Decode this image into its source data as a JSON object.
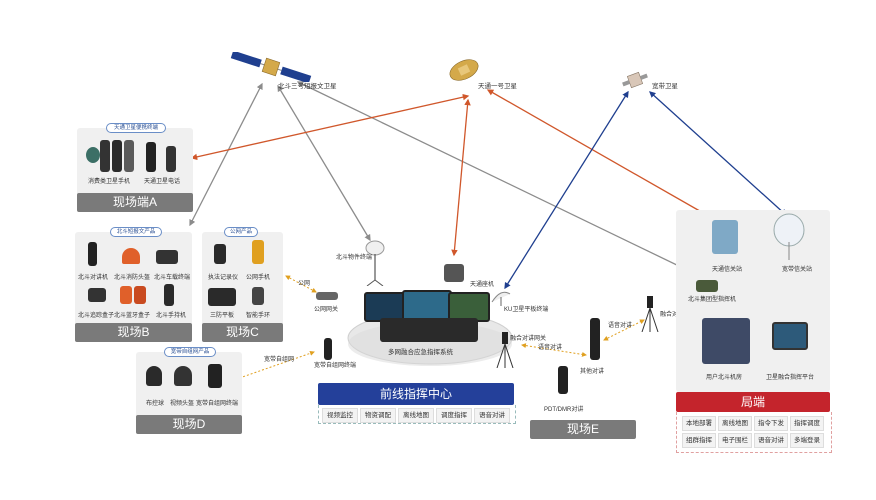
{
  "satellites": {
    "beidou": "北斗三号短报文卫星",
    "tiantong": "天通一号卫星",
    "broadband": "宽带卫星"
  },
  "site_a": {
    "caption": "天通卫星便携终端",
    "items": [
      "消费类卫星手机",
      "天通卫星电话"
    ],
    "label": "现场端A"
  },
  "site_b": {
    "caption": "北斗短报文产品",
    "items": [
      "北斗对讲机",
      "北斗消防头盔",
      "北斗车载终端",
      "北斗追踪盒子",
      "北斗蓝牙盒子",
      "北斗手持机"
    ],
    "label": "现场B"
  },
  "site_c": {
    "caption": "公网产品",
    "items": [
      "执法记录仪",
      "公网手机",
      "三防平板",
      "智能手环"
    ],
    "label": "现场C"
  },
  "site_d": {
    "caption": "宽带自组网产品",
    "items": [
      "布控球",
      "视频头盔",
      "宽带自组网终端"
    ],
    "label": "现场D"
  },
  "site_e": {
    "items": [
      "PDT/DMR对讲",
      "其他对讲"
    ],
    "label": "现场E"
  },
  "center": {
    "title": "前线指挥中心",
    "system": "多网融合应急指挥系统",
    "devices": [
      "北斗物件终端",
      "天通座机",
      "KU卫星平板终端",
      "公网网关",
      "宽带自组网终端",
      "融合对讲网关"
    ],
    "functions": [
      "视频监控",
      "物资调配",
      "离线地图",
      "调度指挥",
      "语音对讲"
    ]
  },
  "links": {
    "public": "公网",
    "broadband": "宽带自组网",
    "voice_e": "语音对讲",
    "voice_bureau": "语音对讲",
    "gateway_bureau": "融合对讲网关"
  },
  "bureau": {
    "title": "局端",
    "devices": [
      "天通信关站",
      "宽带信关站",
      "北斗集团型指挥机",
      "用户北斗机房",
      "卫星融合指挥平台"
    ],
    "functions": [
      "本地部署",
      "离线地图",
      "指令下发",
      "指挥调度",
      "组群指挥",
      "电子围栏",
      "语音对讲",
      "多端登录"
    ]
  },
  "colors": {
    "grey_arrow": "#8c8c8c",
    "orange_arrow": "#d0572b",
    "blue_arrow": "#1f3f8f",
    "label_grey": "#7a7a7a",
    "center_blue": "#24409a",
    "bureau_red": "#c4242c"
  }
}
